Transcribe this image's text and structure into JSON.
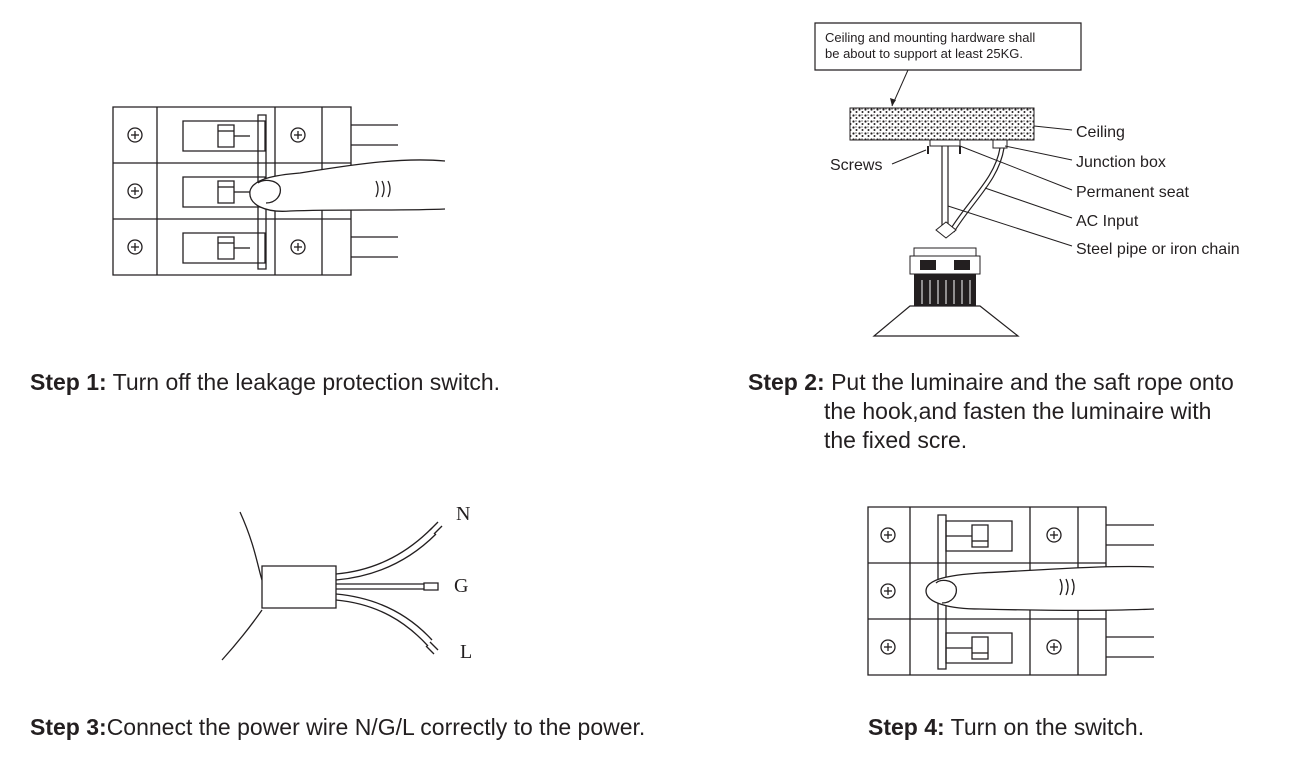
{
  "step1": {
    "label": "Step 1:",
    "text": " Turn off the leakage protection switch."
  },
  "step2": {
    "label": "Step 2:",
    "line1": " Put the luminaire and the saft rope onto",
    "line2": "the hook,and fasten the luminaire with",
    "line3": "the fixed scre.",
    "note_line1": "Ceiling and mounting hardware shall",
    "note_line2": "be about to support at least 25KG.",
    "callouts": {
      "ceiling": "Ceiling",
      "junction_box": "Junction box",
      "permanent_seat": "Permanent seat",
      "ac_input": "AC Input",
      "steel_pipe": "Steel pipe or iron chain",
      "screws": "Screws"
    }
  },
  "step3": {
    "label": "Step 3:",
    "text": "Connect the power wire N/G/L correctly to the power.",
    "wires": {
      "n": "N",
      "g": "G",
      "l": "L"
    }
  },
  "step4": {
    "label": "Step 4:",
    "text": " Turn on the switch."
  }
}
